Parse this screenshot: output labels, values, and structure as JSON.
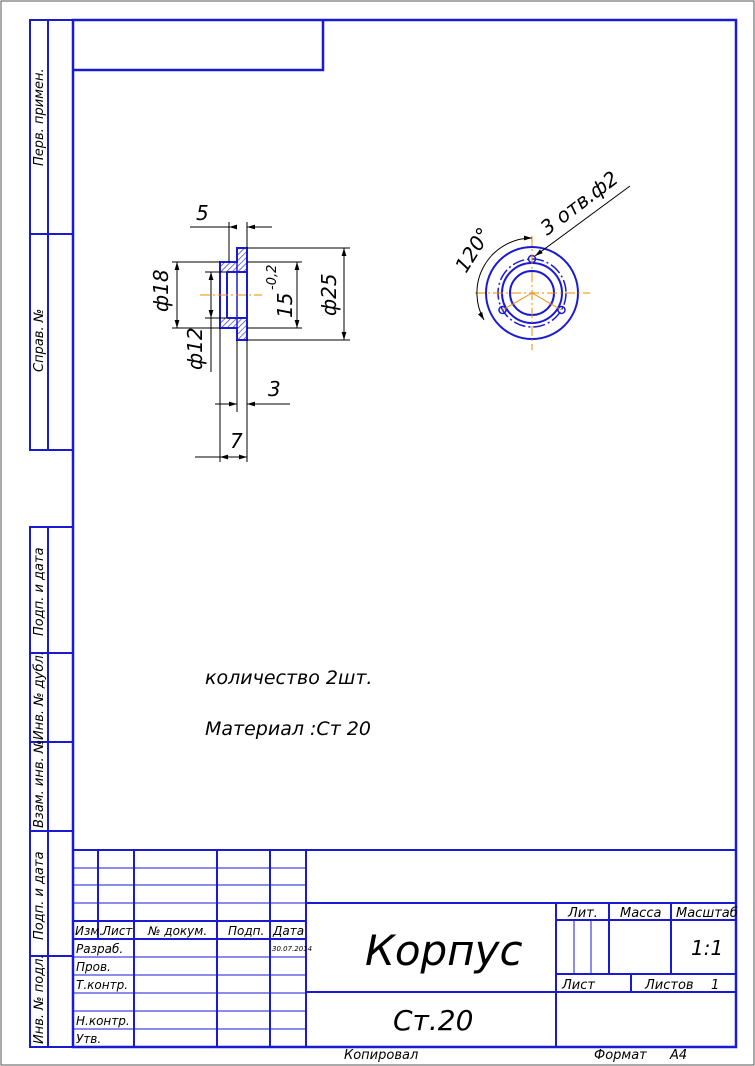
{
  "side_labels": {
    "perv_primen": "Перв. примен.",
    "sprav_no": "Справ. №",
    "podp_data_1": "Подп. и дата",
    "inv_dubl": "Инв. № дубл.",
    "vzam_inv": "Взам. инв. №",
    "podp_data_2": "Подп. и дата",
    "inv_podl": "Инв. № подл."
  },
  "dimensions": {
    "w5": "5",
    "d18": "ф18",
    "d12": "ф12",
    "h15": "15",
    "h15_tol": "-0,2",
    "d25": "ф25",
    "w3": "3",
    "w7": "7",
    "angle": "120°",
    "holes": "3 отв.ф2"
  },
  "notes": {
    "quantity": "количество 2шт.",
    "material": "Материал :Ст 20"
  },
  "title_block": {
    "izm": "Изм.",
    "list": "Лист",
    "doc_no": "№ докум.",
    "podp": "Подп.",
    "data": "Дата",
    "razrab": "Разраб.",
    "prov": "Пров.",
    "tkontr": "Т.контр.",
    "nkontr": "Н.контр.",
    "utv": "Утв.",
    "date_value": "30.07.2014",
    "name": "Корпус",
    "material": "Ст.20",
    "lit": "Лит.",
    "massa": "Масса",
    "masshtab": "Масштаб",
    "scale_value": "1:1",
    "list_label": "Лист",
    "listov_label": "Листов",
    "listov_value": "1"
  },
  "footer": {
    "kopiroval": "Копировал",
    "format": "Формат",
    "format_value": "А4"
  }
}
